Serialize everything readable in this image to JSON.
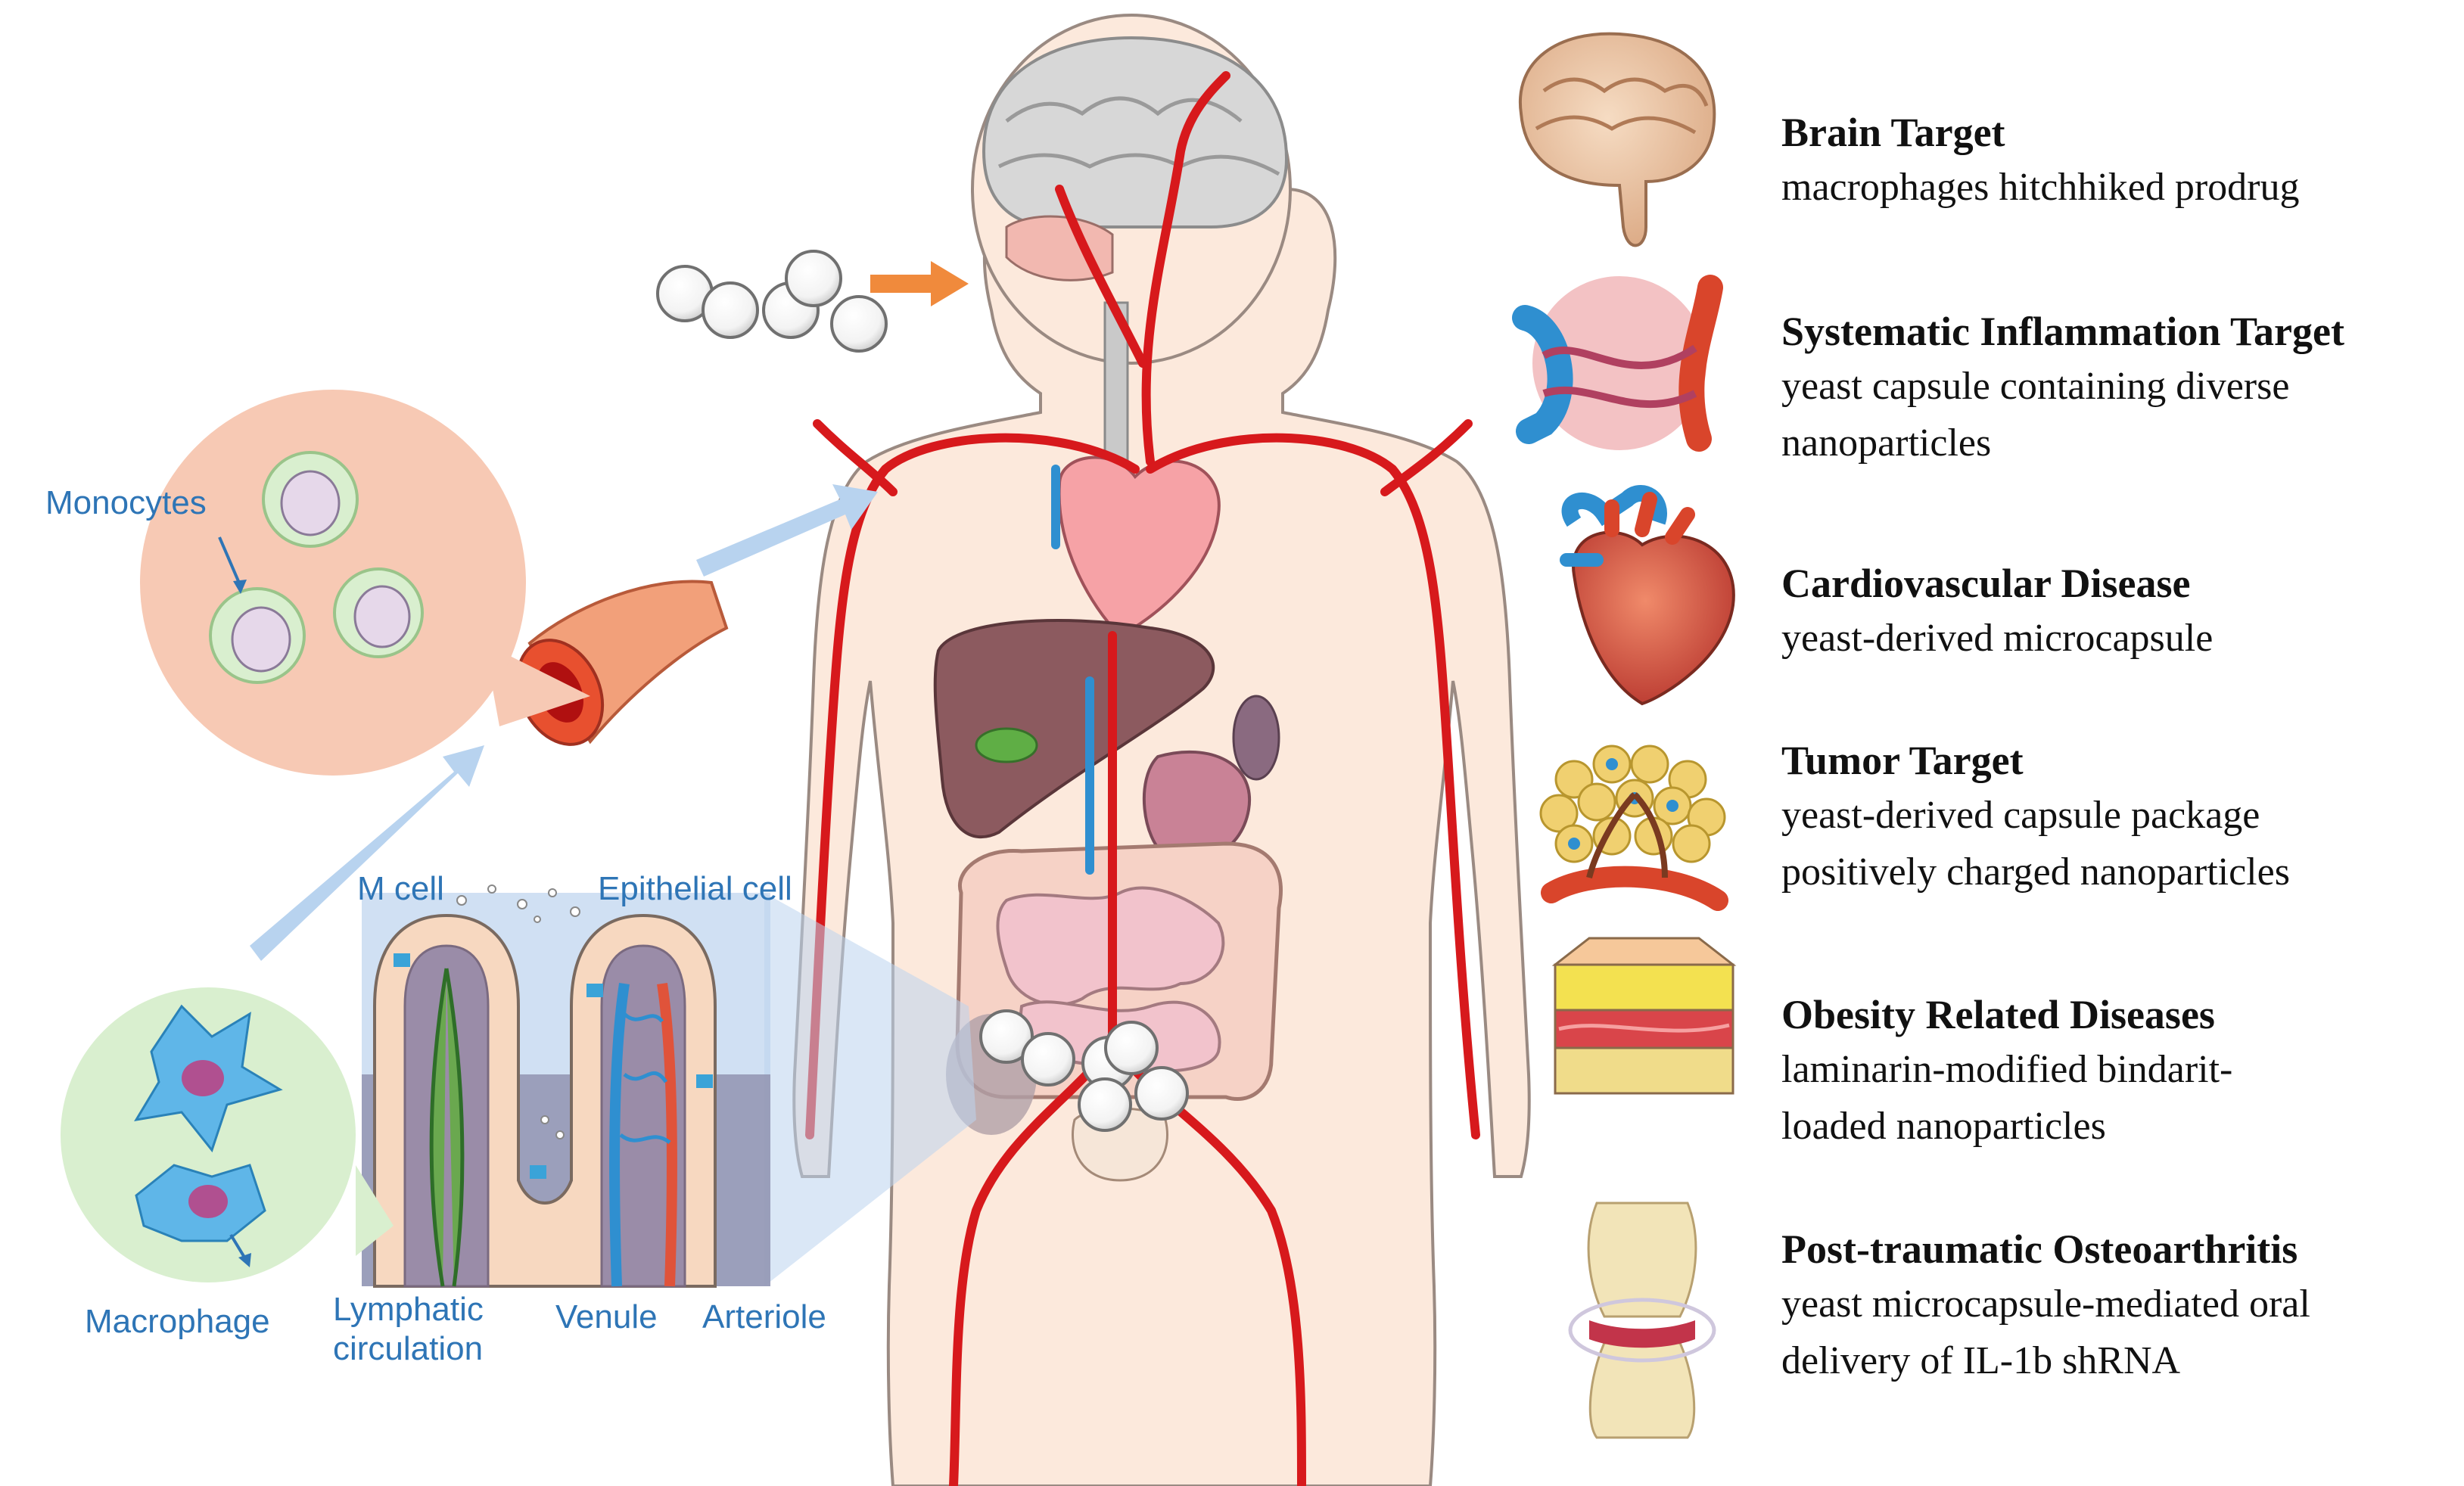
{
  "colors": {
    "artery": "#d7191c",
    "vein": "#2f8fd0",
    "label_blue": "#2e75b6",
    "body_fill": "#fce9dc",
    "monocyte_bubble": "#f7c9b4",
    "macrophage_bubble": "#d9efcf",
    "villi_panel": "#bcd3ee",
    "arrow_blue": "#b8d3ef",
    "arrow_orange": "#f08a3c",
    "text_dark": "#111111"
  },
  "left_labels": {
    "monocytes": "Monocytes",
    "macrophage": "Macrophage",
    "m_cell": "M cell",
    "epithelial": "Epithelial cell",
    "lymphatic_line1": "Lymphatic",
    "lymphatic_line2": "circulation",
    "venule": "Venule",
    "arteriole": "Arteriole"
  },
  "targets": [
    {
      "title": "Brain Target",
      "lines": [
        "macrophages hitchhiked prodrug"
      ],
      "icon": "brain-icon"
    },
    {
      "title": "Systematic Inflammation Target",
      "lines": [
        "yeast capsule containing diverse",
        "nanoparticles"
      ],
      "icon": "blood-vessel-icon"
    },
    {
      "title": "Cardiovascular Disease",
      "lines": [
        " yeast-derived microcapsule"
      ],
      "icon": "heart-icon"
    },
    {
      "title": "Tumor Target",
      "lines": [
        " yeast-derived capsule package",
        "positively charged nanoparticles"
      ],
      "icon": "tumor-icon"
    },
    {
      "title": "Obesity Related Diseases",
      "lines": [
        "laminarin-modified bindarit-",
        "loaded nanoparticles"
      ],
      "icon": "fat-tissue-icon"
    },
    {
      "title": "Post-traumatic Osteoarthritis",
      "lines": [
        "yeast microcapsule-mediated oral",
        "delivery of IL-1b shRNA"
      ],
      "icon": "knee-joint-icon"
    }
  ]
}
